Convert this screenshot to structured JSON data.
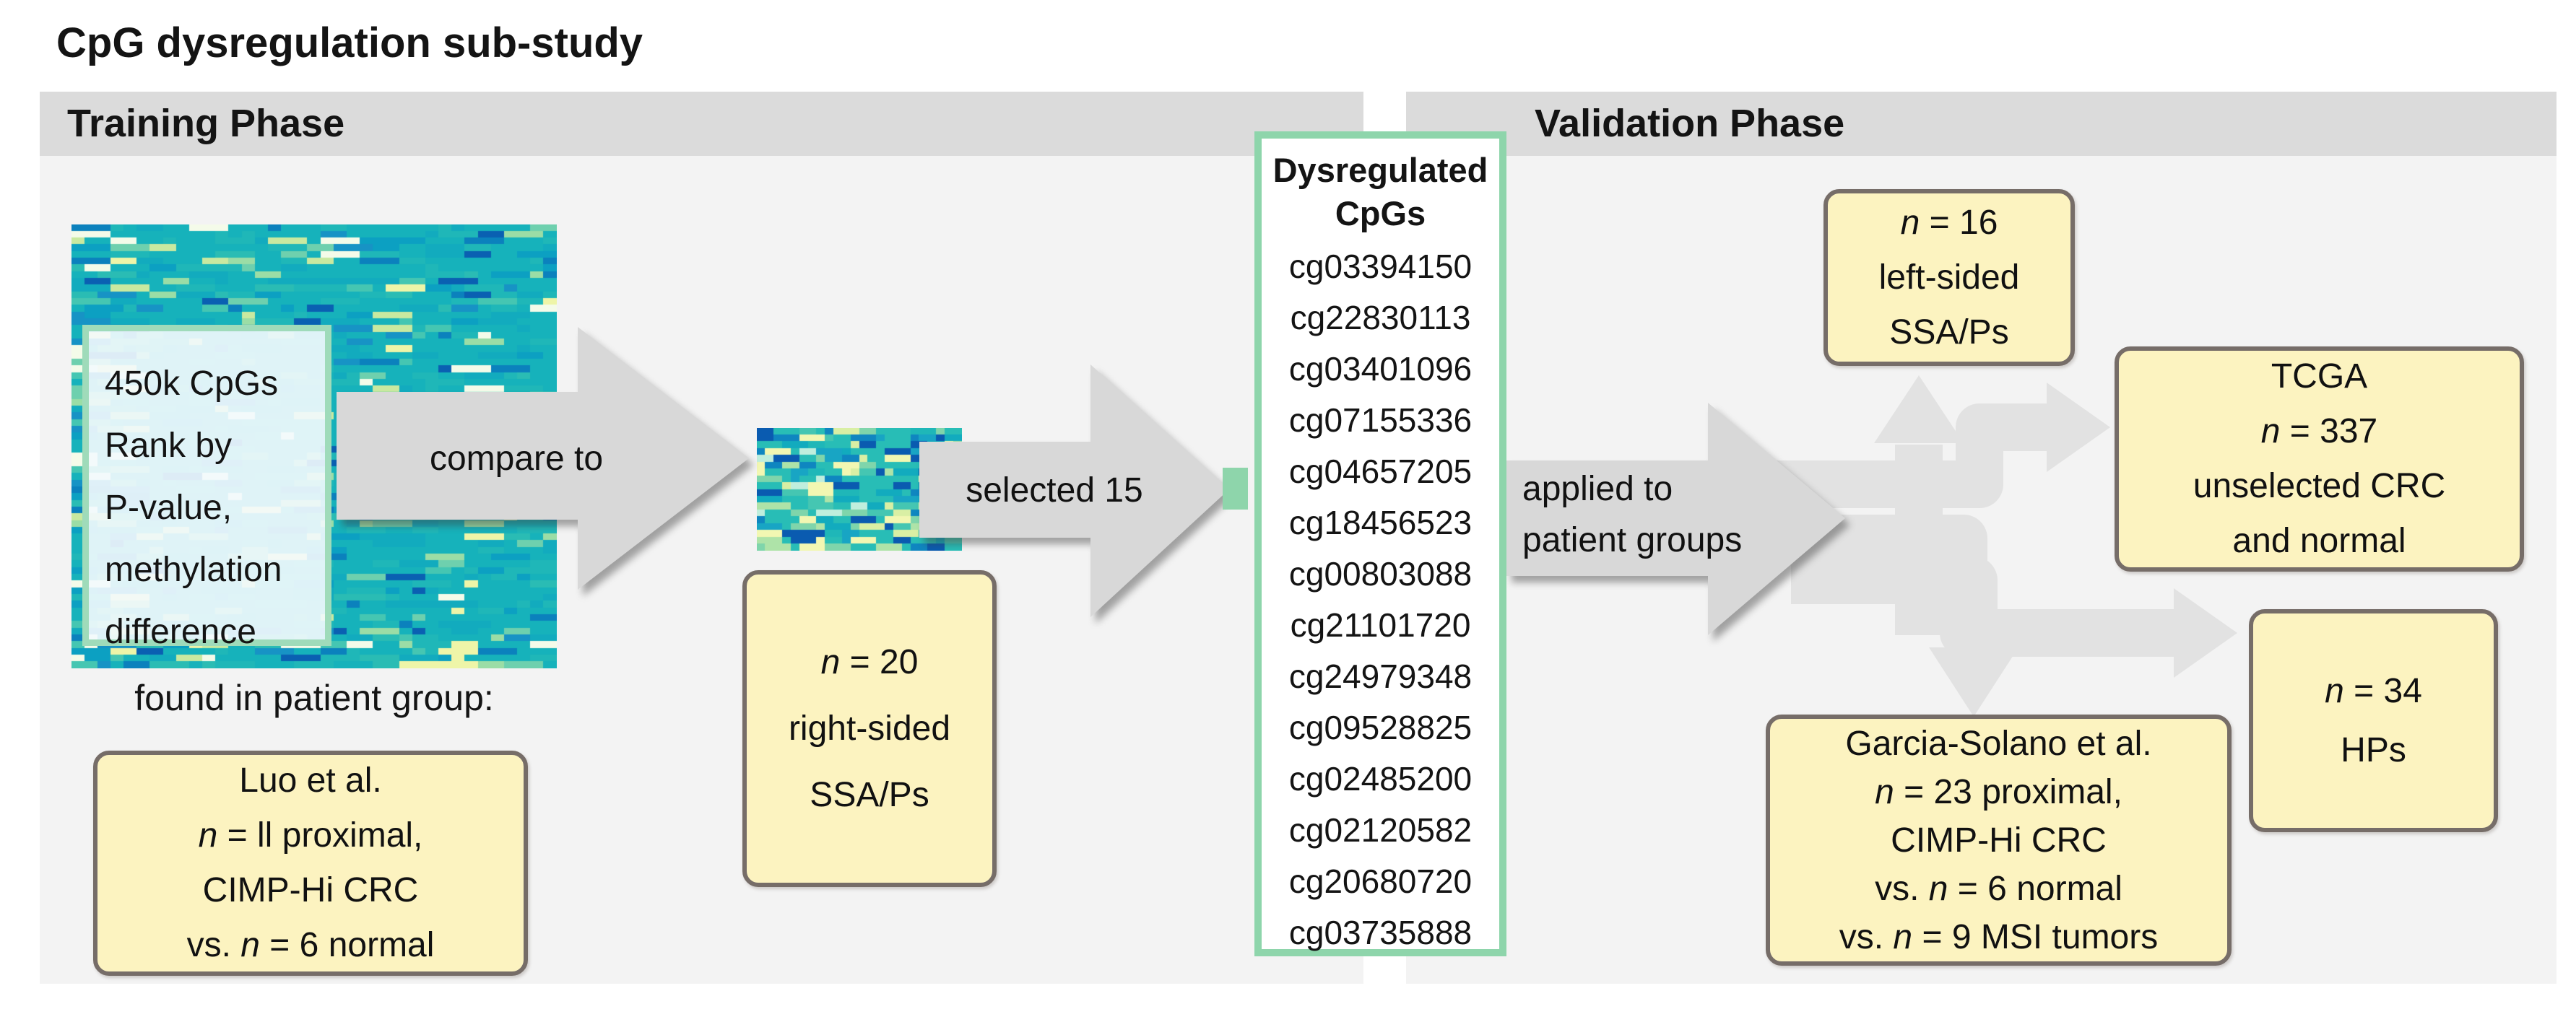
{
  "title": "CpG dysregulation sub-study",
  "phases": {
    "training": "Training Phase",
    "validation": "Validation Phase"
  },
  "training": {
    "heatmap_overlay_lines": [
      "450k CpGs",
      "Rank by",
      "P-value,",
      "methylation",
      "difference"
    ],
    "found_label": "found in patient group:",
    "luo_box": [
      "Luo et al.",
      "n = ll proximal,",
      "CIMP-Hi CRC",
      "vs. n = 6 normal"
    ],
    "right_sided_box": [
      "n = 20",
      "right-sided",
      "SSA/Ps"
    ]
  },
  "arrows": {
    "compare": "compare to",
    "selected": "selected 15",
    "applied_line1": "applied to",
    "applied_line2": "patient groups"
  },
  "cpg_list": {
    "header": "Dysregulated CpGs",
    "items": [
      "cg03394150",
      "cg22830113",
      "cg03401096",
      "cg07155336",
      "cg04657205",
      "cg18456523",
      "cg00803088",
      "cg21101720",
      "cg24979348",
      "cg09528825",
      "cg02485200",
      "cg02120582",
      "cg20680720",
      "cg03735888"
    ]
  },
  "validation": {
    "left_sided_box": [
      "n = 16",
      "left-sided",
      "SSA/Ps"
    ],
    "tcga_box": [
      "TCGA",
      "n = 337",
      "unselected CRC",
      "and normal"
    ],
    "hps_box": [
      "n = 34",
      "HPs"
    ],
    "garcia_box": [
      "Garcia-Solano et al.",
      "n = 23 proximal,",
      "CIMP-Hi CRC",
      "vs. n = 6 normal",
      "vs. n = 9 MSI tumors"
    ]
  },
  "colors": {
    "panel_header": "#dbdbdb",
    "panel_body": "#f3f3f3",
    "arrow_gray": "#d8d8d8",
    "pipe_gray": "#e2e2e2",
    "box_yellow": "#fcf3c0",
    "box_border": "#766d68",
    "accent_green": "#8ed5ab",
    "heatmap_base": "#16b2bb",
    "heatmap_palette_big": [
      "#0ca0c2",
      "#2abcb4",
      "#45c6b2",
      "#6ed0ae",
      "#9bdda6",
      "#c9e9a0",
      "#eef5a8",
      "#0b81bd",
      "#0a60b2",
      "#1793c5",
      "#f4fbe9"
    ],
    "heatmap_palette_small": [
      "#28bdb6",
      "#45c6b2",
      "#7fd5ab",
      "#aee3a8",
      "#d9efa4",
      "#f2f7b2",
      "#18a5c4",
      "#0f86c0",
      "#0a5bb0",
      "#bfeedd"
    ]
  }
}
